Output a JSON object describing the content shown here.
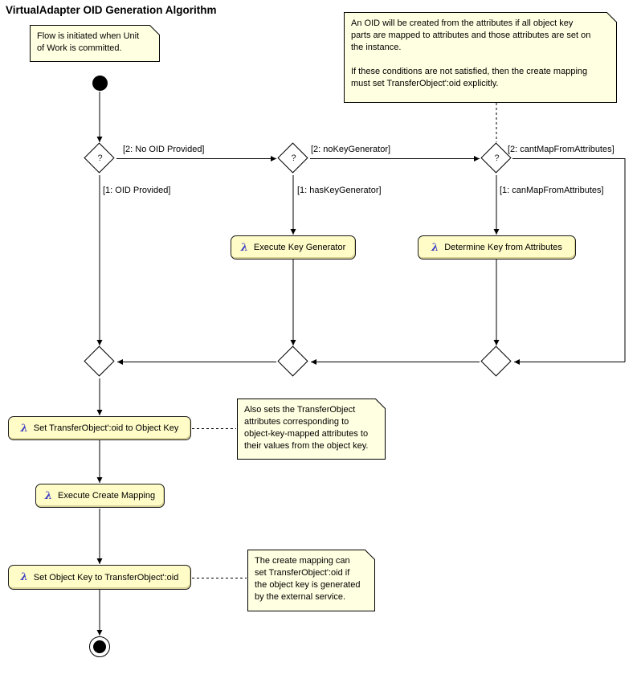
{
  "title": "VirtualAdapter OID Generation Algorithm",
  "decision_mark": "?",
  "action_icon": "λ",
  "notes": {
    "flow_initiated": "Flow is initiated when Unit\nof Work is committed.",
    "oid_rules": "An OID will be created from the attributes if all object key\nparts are mapped to attributes and those attributes are set on\nthe instance.\n\nIf these conditions are not satisfied, then the create mapping\nmust set TransferObject':oid explicitly.",
    "also_sets": "Also sets the TransferObject\nattributes corresponding to\nobject-key-mapped attributes to\ntheir values from the object key.",
    "create_mapping": "The create mapping can\nset TransferObject':oid if\nthe object key is generated\nby the external service."
  },
  "guards": {
    "no_oid_provided": "[2: No OID Provided]",
    "oid_provided": "[1: OID Provided]",
    "no_key_generator": "[2: noKeyGenerator]",
    "has_key_generator": "[1: hasKeyGenerator]",
    "cant_map_from_attributes": "[2: cantMapFromAttributes]",
    "can_map_from_attributes": "[1: canMapFromAttributes]"
  },
  "actions": {
    "execute_key_generator": "Execute Key Generator",
    "determine_key_from_attributes": "Determine Key from Attributes",
    "set_oid_to_object_key": "Set TransferObject':oid to Object Key",
    "execute_create_mapping": "Execute Create Mapping",
    "set_object_key_to_oid": "Set Object Key to TransferObject':oid"
  },
  "colors": {
    "note_fill": "#FFFFE1",
    "action_fill": "#FFFCC8",
    "action_border": "#1A1A1A",
    "lambda": "#3D3DC3",
    "line": "#000000",
    "background": "#FFFFFF"
  }
}
